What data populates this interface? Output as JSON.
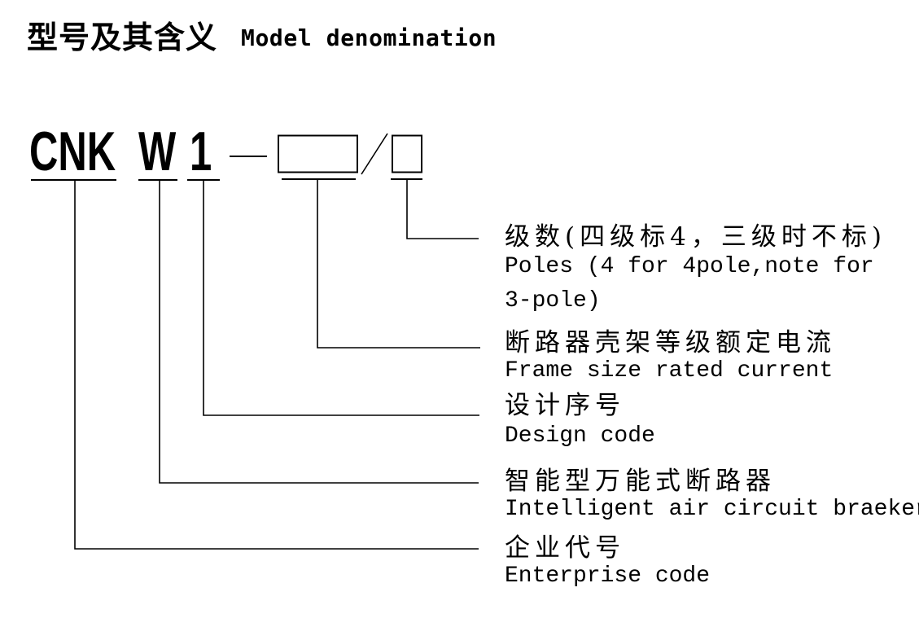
{
  "colors": {
    "ink": "#000000",
    "paper": "#ffffff"
  },
  "title": {
    "zh": "型号及其含义",
    "en": "Model denomination"
  },
  "model_code": {
    "prefix": "CNK",
    "series": "W",
    "design": "1"
  },
  "labels": {
    "poles": {
      "zh": "级数(四级标4，三级时不标)",
      "en_line1": "Poles (4 for 4pole,note for",
      "en_line2": "3-pole)"
    },
    "frame": {
      "zh": "断路器壳架等级额定电流",
      "en": "Frame size rated current"
    },
    "design": {
      "zh": "设计序号",
      "en": "Design code"
    },
    "type": {
      "zh": "智能型万能式断路器",
      "en": "Intelligent air circuit braeker"
    },
    "enterprise": {
      "zh": "企业代号",
      "en": "Enterprise code"
    }
  }
}
